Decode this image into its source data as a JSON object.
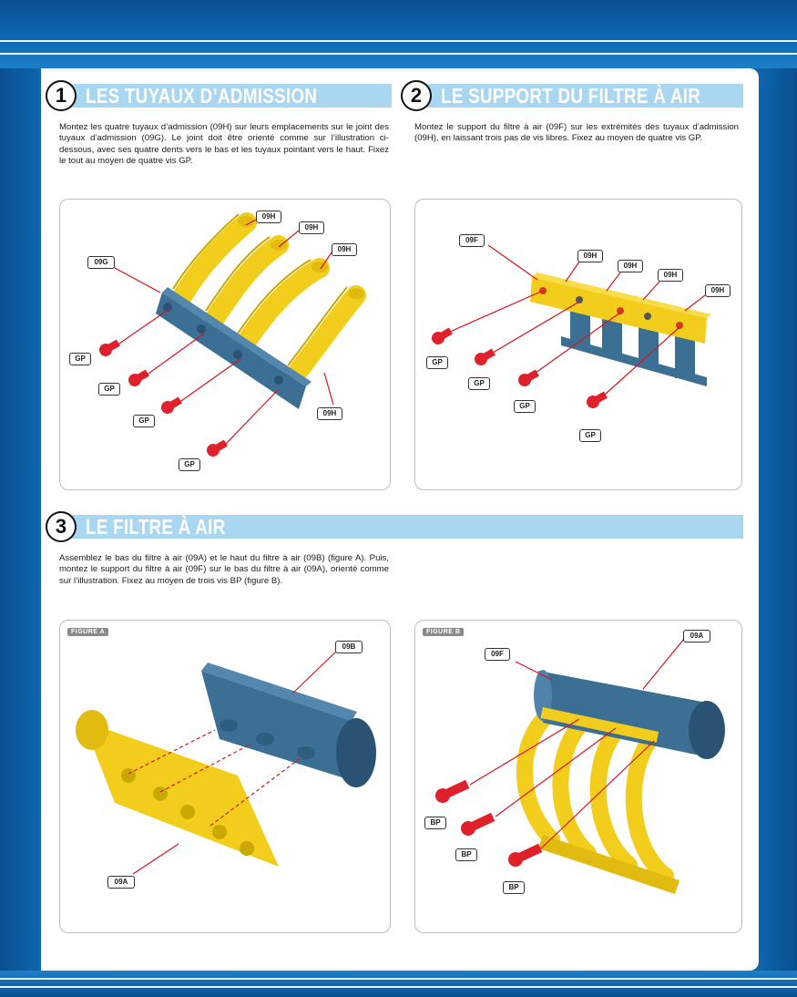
{
  "steps": [
    {
      "number": "1",
      "title": "LES TUYAUX D’ADMISSION",
      "text": "Montez les quatre tuyaux d’admission (09H) sur leurs emplacements sur le joint des tuyaux d’admission (09G). Le joint doit être orienté comme sur l’illustration ci-dessous, avec ses quatre dents vers le bas et les tuyaux pointant vers le haut. Fixez le tout au moyen de quatre vis GP.",
      "labels": [
        "09H",
        "09H",
        "09H",
        "09G",
        "09H",
        "GP",
        "GP",
        "GP",
        "GP"
      ]
    },
    {
      "number": "2",
      "title": "LE SUPPORT DU FILTRE À AIR",
      "text": "Montez le support du filtre à air (09F) sur les extrémités des tuyaux d’admission (09H), en laissant trois pas de vis libres. Fixez au moyen de quatre vis GP.",
      "labels": [
        "09F",
        "09H",
        "09H",
        "09H",
        "09H",
        "GP",
        "GP",
        "GP",
        "GP"
      ]
    },
    {
      "number": "3",
      "title": "LE FILTRE À AIR",
      "text": "Assemblez le bas du filtre à air (09A) et le haut du filtre à air (09B) (figure A). Puis, montez le support du filtre à air (09F) sur le bas du filtre à air (09A), orienté comme sur l’illustration. Fixez au moyen de trois vis BP (figure B).",
      "figure_a": {
        "tag": "FIGURE A",
        "labels": [
          "09B",
          "09A"
        ]
      },
      "figure_b": {
        "tag": "FIGURE B",
        "labels": [
          "09A",
          "09F",
          "BP",
          "BP",
          "BP"
        ]
      }
    }
  ],
  "colors": {
    "blue_band": "#0f69b5",
    "title_bar": "#a9d7f1",
    "part_yellow": "#f3cd1c",
    "part_blue": "#3c6f94",
    "screw_red": "#e0202a",
    "arrow_red": "#d8141c"
  }
}
